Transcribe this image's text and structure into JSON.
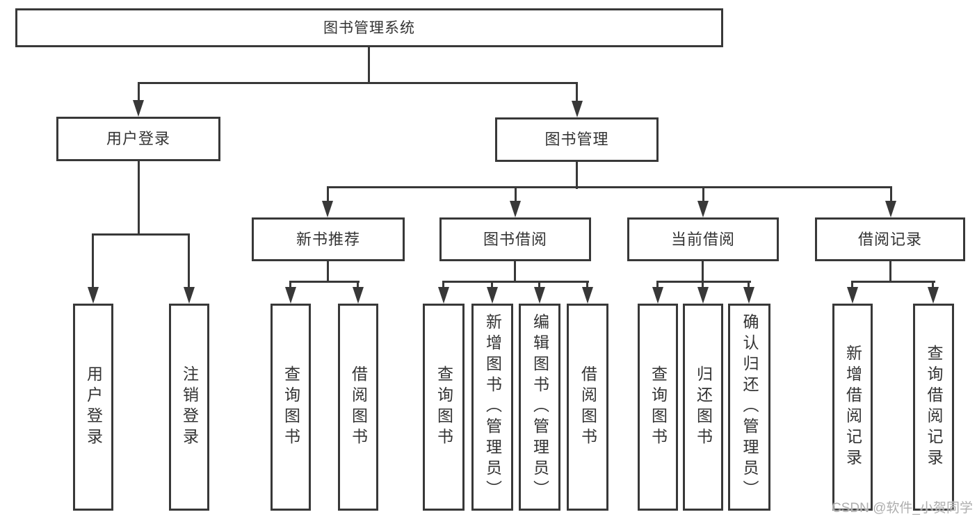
{
  "diagram": {
    "root": "图书管理系统",
    "children": [
      {
        "label": "用户登录",
        "children": [
          "用户登录",
          "注销登录"
        ]
      },
      {
        "label": "图书管理",
        "children": [
          {
            "label": "新书推荐",
            "children": [
              "查询图书",
              "借阅图书"
            ]
          },
          {
            "label": "图书借阅",
            "children": [
              "查询图书",
              "新增图书（管理员）",
              "编辑图书（管理员）",
              "借阅图书"
            ]
          },
          {
            "label": "当前借阅",
            "children": [
              "查询图书",
              "归还图书",
              "确认归还（管理员）"
            ]
          },
          {
            "label": "借阅记录",
            "children": [
              "新增借阅记录",
              "查询借阅记录"
            ]
          }
        ]
      }
    ]
  },
  "watermark": {
    "text": "CSDN @软件_小贺同学"
  },
  "colors": {
    "line": "#383838",
    "text": "#333333",
    "background": "#ffffff",
    "watermark": "#aeaeae"
  }
}
